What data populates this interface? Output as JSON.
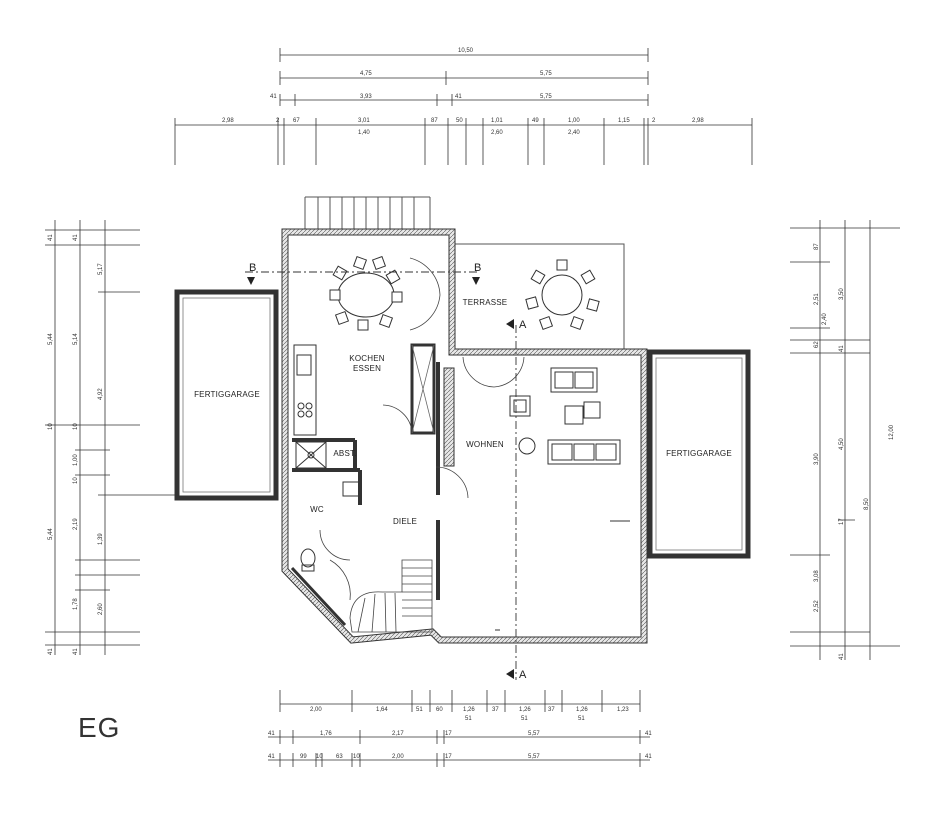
{
  "floor": "EG",
  "rooms": {
    "garage_left": "FERTIGGARAGE",
    "garage_right": "FERTIGGARAGE",
    "kitchen_l1": "KOCHEN",
    "kitchen_l2": "ESSEN",
    "terrace": "TERRASSE",
    "abst": "ABST.",
    "wc": "WC",
    "diele": "DIELE",
    "wohnen": "WOHNEN"
  },
  "section_marks": {
    "b_left": "B",
    "b_right": "B",
    "a_top": "A",
    "a_bottom": "A"
  },
  "dimensions": {
    "top_row1": [
      "10,50"
    ],
    "top_row2": [
      "4,75",
      "5,75"
    ],
    "top_row3": [
      "41",
      "3,93",
      "41",
      "5,75"
    ],
    "top_row4": [
      "2,98",
      "2",
      "67",
      "3,01",
      "1,40",
      "87",
      "50",
      "1,01",
      "2,60",
      "49",
      "1,00",
      "2,40",
      "1,15",
      "2",
      "2,98"
    ],
    "bottom_row1": [
      "2,00",
      "1,64",
      "51",
      "60",
      "1,26",
      "51",
      "37",
      "1,26",
      "51",
      "37",
      "1,26",
      "51",
      "1,23"
    ],
    "bottom_row2": [
      "41",
      "1,76",
      "2,17",
      "17",
      "5,57",
      "41"
    ],
    "bottom_row3": [
      "41",
      "99",
      "10",
      "63",
      "10",
      "2,00",
      "17",
      "5,57",
      "41"
    ],
    "left_col": [
      "41",
      "41",
      "5,44",
      "5,14",
      "5,17",
      "4,92",
      "10",
      "10",
      "1,00",
      "10",
      "2,19",
      "5,44",
      "1,39",
      "1,78",
      "2,60",
      "41",
      "41"
    ],
    "right_col": [
      "87",
      "2,51",
      "2,40",
      "3,50",
      "41",
      "62",
      "3,90",
      "4,50",
      "12,00",
      "17",
      "8,50",
      "3,08",
      "2,52",
      "41"
    ]
  },
  "colors": {
    "line": "#2a2a2a",
    "wall_fill": "#bdbdbd",
    "paper": "#ffffff"
  }
}
